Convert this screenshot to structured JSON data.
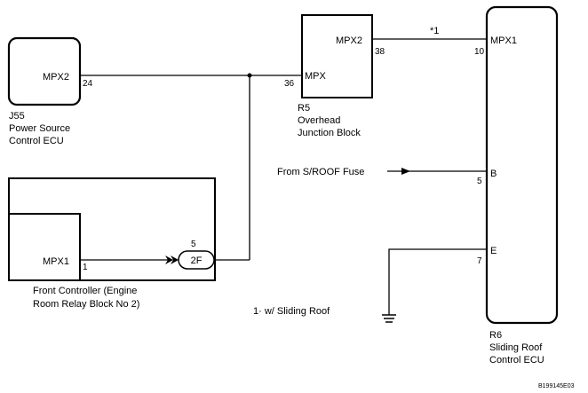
{
  "colors": {
    "line": "#000000",
    "background": "#ffffff"
  },
  "components": {
    "j55": {
      "id": "J55",
      "name_lines": [
        "Power Source",
        "Control ECU"
      ],
      "terminal": {
        "label": "MPX2",
        "pin": "24"
      }
    },
    "r5": {
      "id": "R5",
      "name_lines": [
        "Overhead",
        "Junction Block"
      ],
      "terminals": [
        {
          "label": "MPX2",
          "pin": "38"
        },
        {
          "label": "MPX",
          "pin": "36"
        }
      ]
    },
    "r6": {
      "id": "R6",
      "name_lines": [
        "Sliding Roof",
        "Control ECU"
      ],
      "terminals": [
        {
          "label": "MPX1",
          "pin": "10"
        },
        {
          "label": "B",
          "pin": "5"
        },
        {
          "label": "E",
          "pin": "7"
        }
      ]
    },
    "front_controller": {
      "name_lines": [
        "Front Controller (Engine",
        "Room Relay Block No  2)"
      ],
      "terminal": {
        "label": "MPX1",
        "pin": "1"
      },
      "connector": {
        "label": "2F",
        "pin": "5"
      }
    }
  },
  "wire_note": "*1",
  "fuse_label": "From S/ROOF Fuse",
  "footnote": "1· w/ Sliding Roof",
  "figure_code": "B199145E03"
}
